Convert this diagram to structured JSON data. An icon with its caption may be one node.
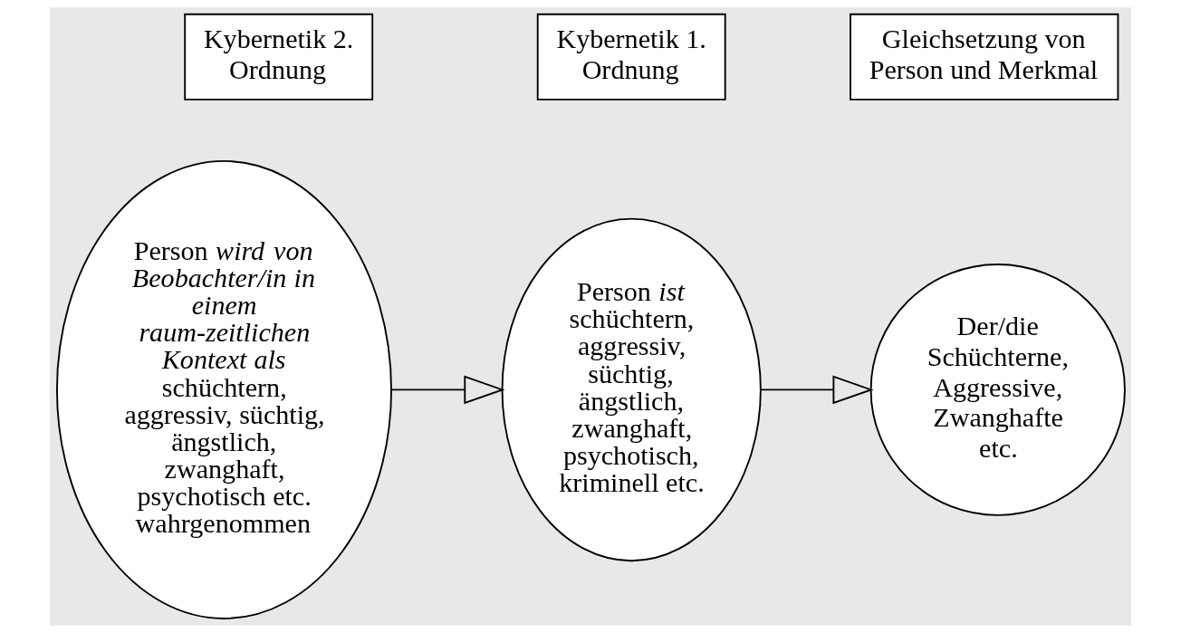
{
  "diagram": {
    "nodes": [
      {
        "text": [
          "Kybernetik 2. Ordnung"
        ]
      },
      {
        "text": [
          "Kybernetik 1. Ordnung"
        ]
      },
      {
        "text": [
          "Gleichsetzung von Person und Merkmal"
        ]
      },
      {
        "text": [
          "Person *wird von Beobachter/in in einem raum-zeitlichen Kontext als* schüchtern, aggressiv, süchtig, ängstlich, zwanghaft, psychotisch etc. wahrgenommen"
        ]
      },
      {
        "text": [
          "Person *ist* schüchtern, aggressiv, süchtig, ängstlich, zwanghaft, psychotisch, kriminell etc."
        ]
      },
      {
        "text": [
          "Der/die Schüchterne, Aggressive, Zwanghafte etc."
        ]
      }
    ],
    "edges": [
      {
        "from": 3,
        "to": 4,
        "arrow": "to"
      },
      {
        "from": 4,
        "to": 5,
        "arrow": "to"
      }
    ]
  }
}
